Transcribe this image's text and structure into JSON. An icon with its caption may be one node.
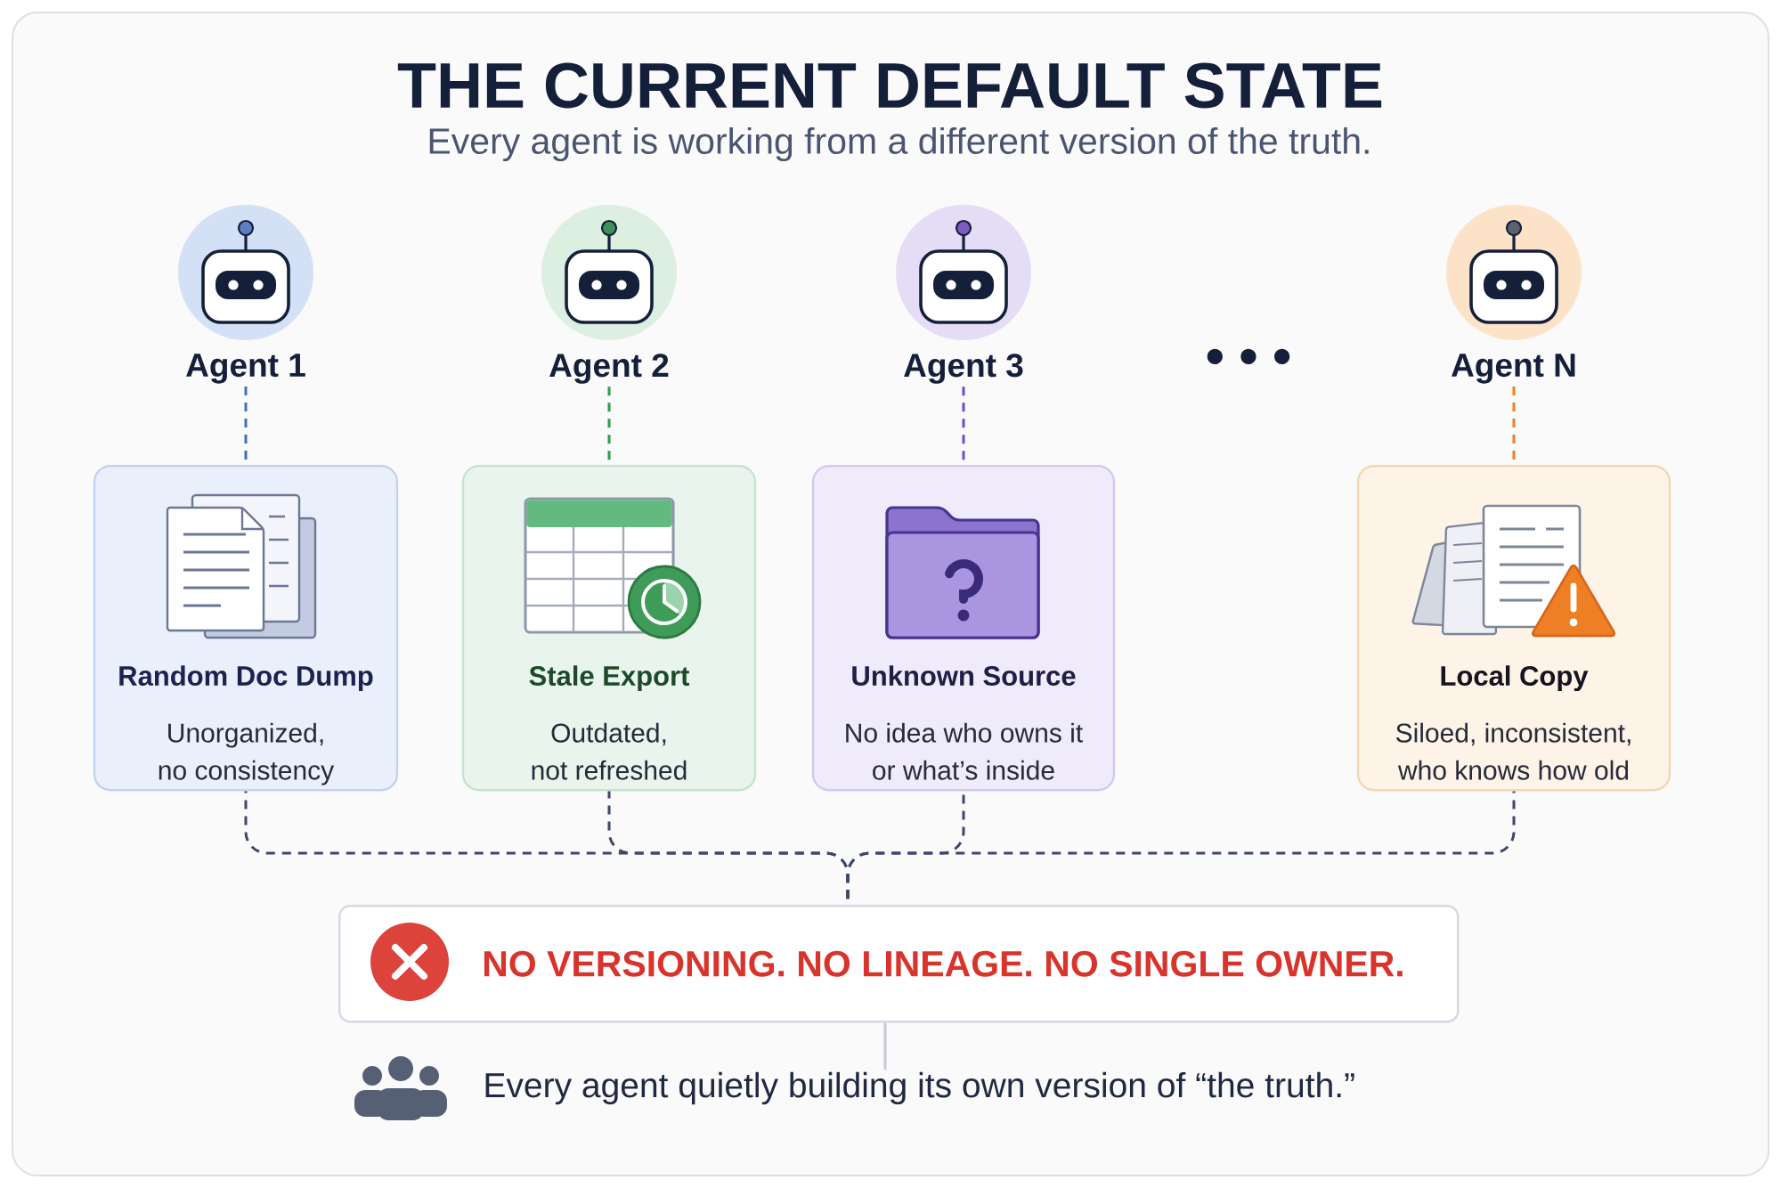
{
  "diagram": {
    "title": "THE CURRENT DEFAULT STATE",
    "nodes": [
      {
        "text": [
          "Agent 1"
        ]
      },
      {
        "text": [
          "Agent 2"
        ]
      },
      {
        "text": [
          "Agent 3"
        ]
      },
      {
        "text": [
          "Agent N"
        ]
      },
      {
        "text": [
          "Random Doc Dump",
          "Unorganized, no consistency"
        ]
      },
      {
        "text": [
          "Stale Export",
          "Outdated, not refreshed"
        ]
      },
      {
        "text": [
          "Unknown Source",
          "No idea who owns it or what’s inside"
        ]
      },
      {
        "text": [
          "Local Copy",
          "Siloed, inconsistent, who knows how old"
        ]
      },
      {
        "text": [
          "NO VERSIONING. NO LINEAGE. NO SINGLE OWNER."
        ]
      },
      {
        "text": [
          "Every agent quietly building its own version of “the truth.”"
        ]
      }
    ],
    "edges": [
      {
        "from": 0,
        "to": 4,
        "arrow": "none",
        "style": "dashed",
        "color": "#3d6fd1"
      },
      {
        "from": 1,
        "to": 5,
        "arrow": "none",
        "style": "dashed",
        "color": "#2e9d4f"
      },
      {
        "from": 2,
        "to": 6,
        "arrow": "none",
        "style": "dashed",
        "color": "#6c4fc0"
      },
      {
        "from": 3,
        "to": 7,
        "arrow": "none",
        "style": "dashed",
        "color": "#ef7d22"
      },
      {
        "from": 4,
        "to": 8,
        "arrow": "none",
        "style": "dashed"
      },
      {
        "from": 5,
        "to": 8,
        "arrow": "none",
        "style": "dashed"
      },
      {
        "from": 6,
        "to": 8,
        "arrow": "none",
        "style": "dashed"
      },
      {
        "from": 7,
        "to": 8,
        "arrow": "none",
        "style": "dashed"
      },
      {
        "from": 8,
        "to": 9,
        "arrow": "none",
        "color": "#c6c9d6"
      }
    ],
    "labels": [
      "Every agent is working from a different version of the truth.",
      "• • •"
    ]
  }
}
